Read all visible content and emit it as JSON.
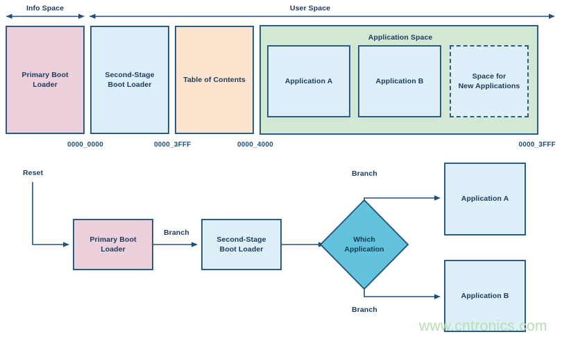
{
  "figure": {
    "title": "Flash memory map and boot sequence flowchart",
    "watermark": "www.cntronics.com"
  },
  "colors": {
    "stroke": "#2b5c86",
    "text": "#1b3a5c",
    "pink": "#ecd0dc",
    "light_blue": "#ddeff9",
    "peach": "#fce4ce",
    "green": "#d2e8d5",
    "teal": "#63c2dc",
    "address_text": "#1b4f7e",
    "watermark": "#b7deb0"
  },
  "memory_map": {
    "spans": [
      {
        "label": "Info Space"
      },
      {
        "label": "User Space"
      }
    ],
    "regions": [
      {
        "label": "Primary Boot\nLoader",
        "fill": "pink"
      },
      {
        "label": "Second-Stage\nBoot Loader",
        "fill": "light_blue"
      },
      {
        "label": "Table of Contents",
        "fill": "peach"
      }
    ],
    "application_space": {
      "label": "Application Space",
      "items": [
        {
          "label": "Application A",
          "style": "solid"
        },
        {
          "label": "Application B",
          "style": "solid"
        },
        {
          "label": "Space for\nNew Applications",
          "style": "dashed"
        }
      ]
    },
    "addresses": [
      {
        "value": "0000_0000"
      },
      {
        "value": "0000_3FFF"
      },
      {
        "value": "0000_4000"
      },
      {
        "value": "0000_3FFF"
      }
    ]
  },
  "flowchart": {
    "entry_label": "Reset",
    "nodes": [
      {
        "id": "pbl",
        "label": "Primary Boot\nLoader",
        "fill": "pink",
        "shape": "rect"
      },
      {
        "id": "ssbl",
        "label": "Second-Stage\nBoot Loader",
        "fill": "light_blue",
        "shape": "rect"
      },
      {
        "id": "decision",
        "label": "Which\nApplication",
        "fill": "teal",
        "shape": "diamond"
      },
      {
        "id": "appA",
        "label": "Application A",
        "fill": "light_blue",
        "shape": "rect"
      },
      {
        "id": "appB",
        "label": "Application B",
        "fill": "light_blue",
        "shape": "rect"
      }
    ],
    "edge_labels": [
      {
        "id": "branch-pbl-ssbl",
        "label": "Branch"
      },
      {
        "id": "branch-decision-appA",
        "label": "Branch"
      },
      {
        "id": "branch-decision-appB",
        "label": "Branch"
      }
    ]
  }
}
